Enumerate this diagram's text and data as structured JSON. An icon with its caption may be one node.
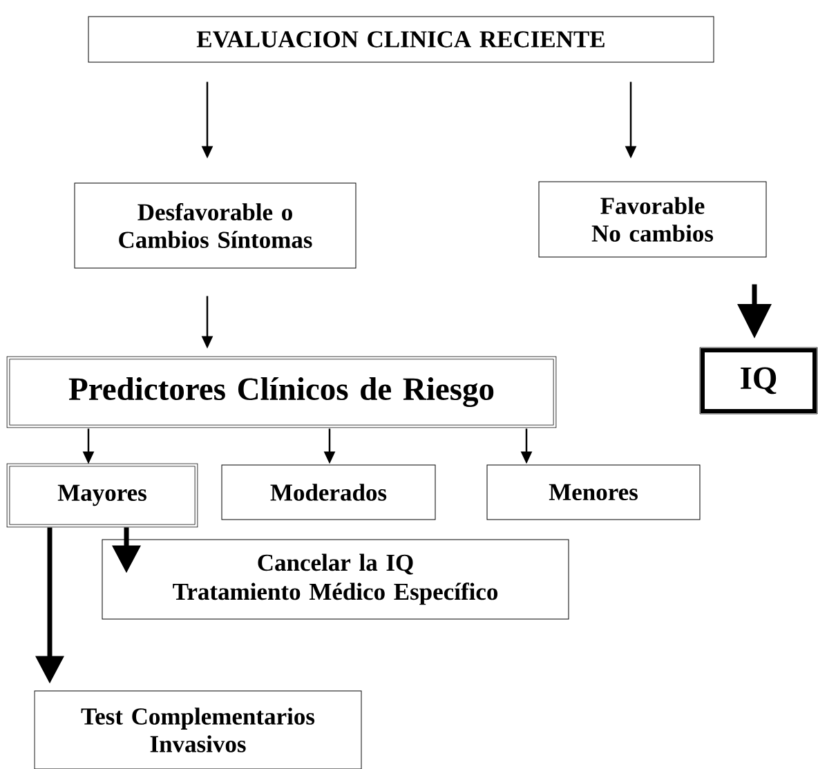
{
  "diagram": {
    "nodes": [
      {
        "text": [
          "EVALUACION CLINICA RECIENTE"
        ]
      },
      {
        "text": [
          "Desfavorable o Cambios Síntomas"
        ]
      },
      {
        "text": [
          "Favorable No cambios"
        ]
      },
      {
        "text": [
          "Predictores Clínicos de Riesgo"
        ]
      },
      {
        "text": [
          "IQ"
        ]
      },
      {
        "text": [
          "Mayores"
        ]
      },
      {
        "text": [
          "Moderados"
        ]
      },
      {
        "text": [
          "Menores"
        ]
      },
      {
        "text": [
          "Cancelar la IQ",
          "Tratamiento Médico Específico"
        ]
      },
      {
        "text": [
          "Test Complementarios Invasivos"
        ]
      }
    ],
    "edges": [
      {
        "from": 0,
        "to": 1,
        "arrow": "to"
      },
      {
        "from": 0,
        "to": 2,
        "arrow": "to"
      },
      {
        "from": 1,
        "to": 3,
        "arrow": "to"
      },
      {
        "from": 2,
        "to": 4,
        "arrow": "to",
        "style": "thick"
      },
      {
        "from": 3,
        "to": 5,
        "arrow": "to"
      },
      {
        "from": 3,
        "to": 6,
        "arrow": "to"
      },
      {
        "from": 3,
        "to": 7,
        "arrow": "to"
      },
      {
        "from": 5,
        "to": 8,
        "arrow": "to",
        "style": "thick"
      },
      {
        "from": 5,
        "to": 9,
        "arrow": "to",
        "style": "thick"
      }
    ]
  }
}
